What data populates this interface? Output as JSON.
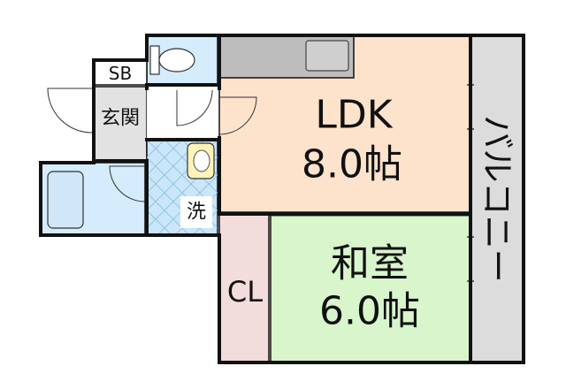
{
  "rooms": {
    "ldk": {
      "name": "LDK",
      "size": "8.0帖"
    },
    "washitsu": {
      "name": "和室",
      "size": "6.0帖"
    },
    "balcony": {
      "name": "バルコニー"
    },
    "closet": {
      "name": "CL"
    },
    "entrance": {
      "name": "玄関"
    },
    "shoebox": {
      "name": "SB"
    },
    "washroom": {
      "name": "洗"
    }
  },
  "colors": {
    "ldk": "#fde2cc",
    "washitsu": "#d8f5cc",
    "balcony": "#dcdcdc",
    "closet": "#f2dcdc",
    "bath": "#d4ecfb",
    "wet": "#c9e6fb",
    "toilet": "#d4ecfb",
    "kitchen": "#bdbdbd",
    "entrance": "#e2e2e2",
    "wall": "#111111"
  }
}
